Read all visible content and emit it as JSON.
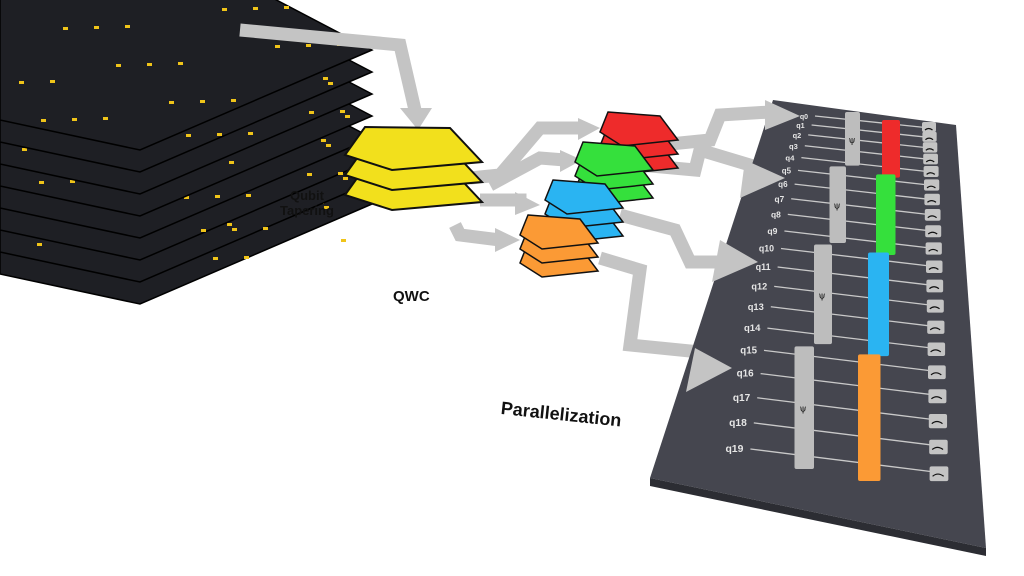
{
  "labels": {
    "tapering_line1": "Qubit",
    "tapering_line2": "Tapering",
    "qwc": "QWC",
    "parallelization": "Parallelization"
  },
  "gate_symbol": "ψ",
  "qubits": [
    "q0",
    "q1",
    "q2",
    "q3",
    "q4",
    "q5",
    "q6",
    "q7",
    "q8",
    "q9",
    "q10",
    "q11",
    "q12",
    "q13",
    "q14",
    "q15",
    "q16",
    "q17",
    "q18",
    "q19"
  ],
  "groups": [
    {
      "name": "red",
      "color": "#ee2b2b",
      "first": 0,
      "last": 4
    },
    {
      "name": "green",
      "color": "#35e03c",
      "first": 5,
      "last": 9
    },
    {
      "name": "blue",
      "color": "#2ab4f2",
      "first": 10,
      "last": 14
    },
    {
      "name": "orange",
      "color": "#fb9a35",
      "first": 15,
      "last": 19
    }
  ],
  "colors": {
    "board": "#45464f",
    "stack_dark": "#1e1f24",
    "tapered": "#f2e01c",
    "arrow": "#c4c4c4",
    "gate": "#bdbdbd"
  }
}
